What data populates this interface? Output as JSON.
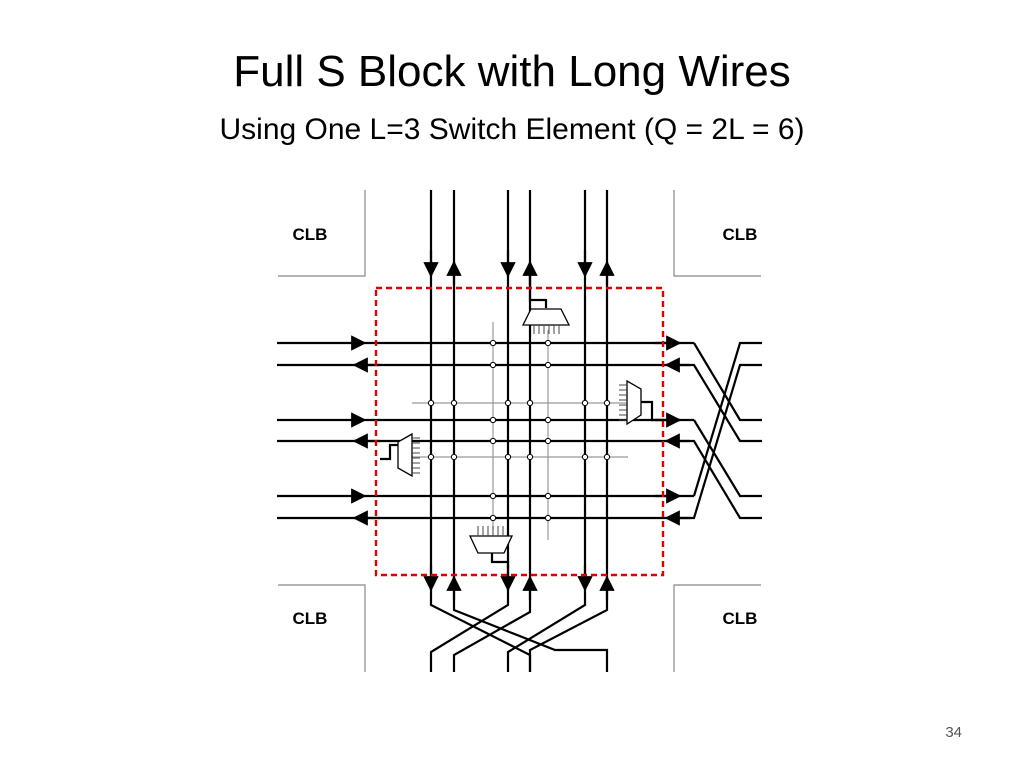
{
  "slide": {
    "title": "Full S Block with Long Wires",
    "subtitle": "Using One L=3 Switch Element (Q = 2L = 6)",
    "number": "34"
  },
  "diagram": {
    "clb_labels": [
      "CLB",
      "CLB",
      "CLB",
      "CLB"
    ],
    "colors": {
      "wire": "#000000",
      "clb_outline": "#888888",
      "boundary": "#e00000",
      "internal_wire": "#999999",
      "node_fill": "#ffffff"
    }
  }
}
